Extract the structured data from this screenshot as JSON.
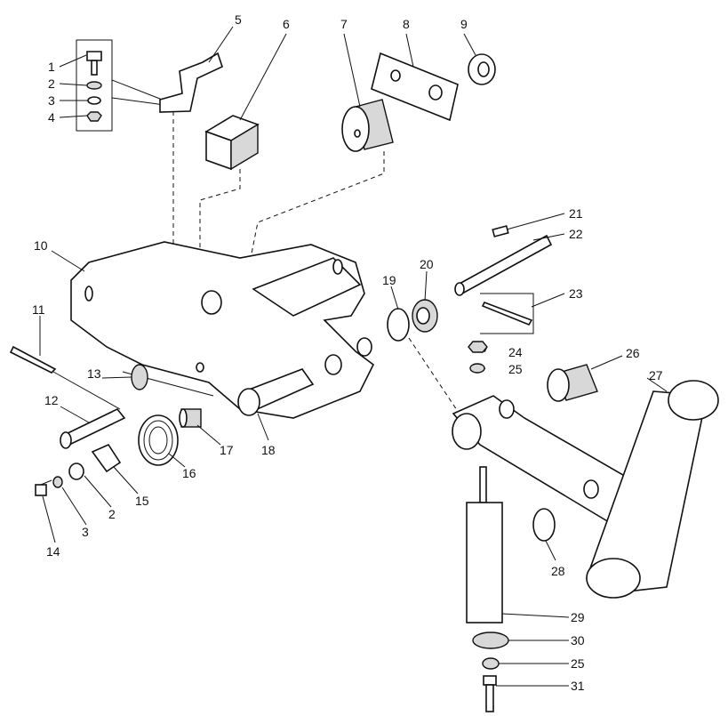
{
  "title": "Exploded parts diagram",
  "callouts": [
    "1",
    "2",
    "3",
    "4",
    "5",
    "6",
    "7",
    "8",
    "9",
    "10",
    "11",
    "12",
    "13",
    "14",
    "3",
    "2",
    "15",
    "16",
    "17",
    "18",
    "19",
    "20",
    "21",
    "22",
    "23",
    "24",
    "25",
    "26",
    "27",
    "28",
    "29",
    "30",
    "25",
    "31"
  ]
}
